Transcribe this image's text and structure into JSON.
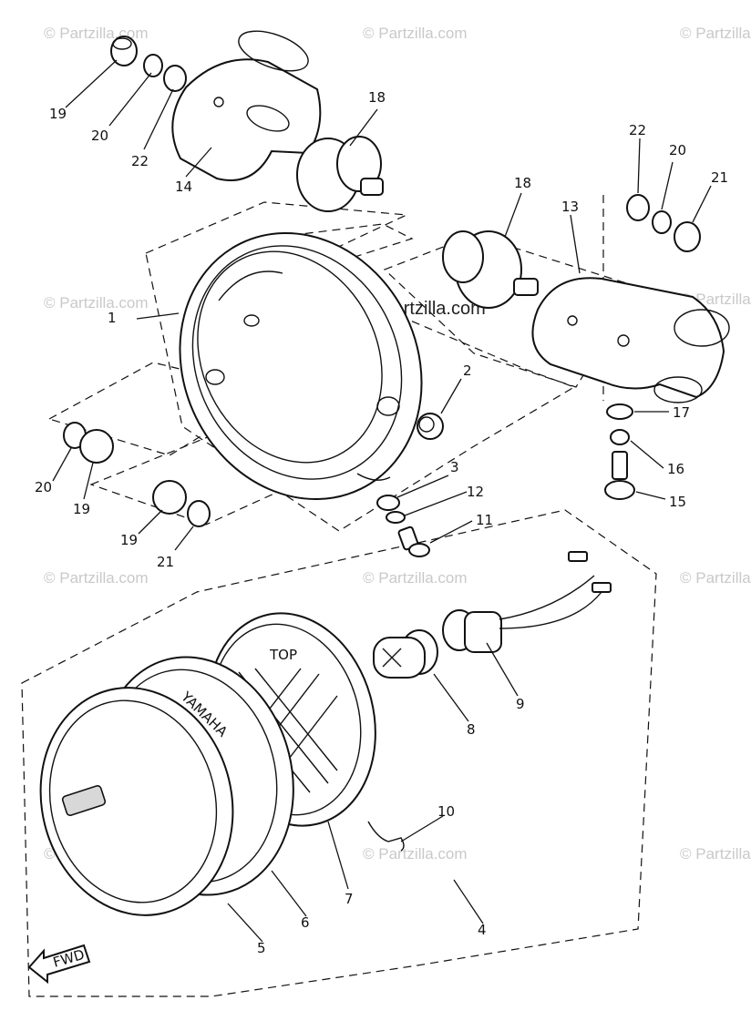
{
  "watermark": {
    "brand": "Partzilla.com",
    "symbol": "©",
    "text": "© Partzilla.com"
  },
  "fwd_label": "FWD",
  "reflector_top_text": "TOP",
  "rim_brand_text": "YAMAHA",
  "callouts": [
    "1",
    "2",
    "3",
    "4",
    "5",
    "6",
    "7",
    "8",
    "9",
    "10",
    "11",
    "12",
    "13",
    "14",
    "15",
    "16",
    "17",
    "18",
    "18",
    "19",
    "19",
    "20",
    "20",
    "20",
    "21",
    "21",
    "22",
    "22"
  ]
}
